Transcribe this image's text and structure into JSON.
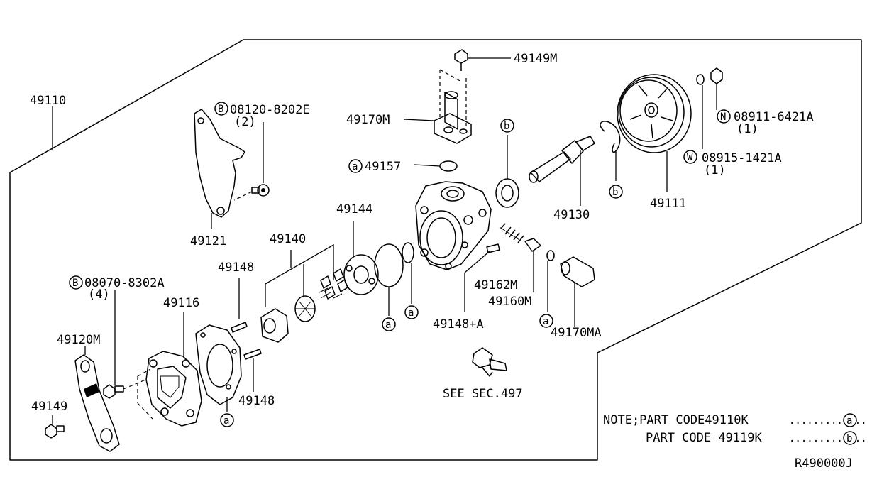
{
  "labels": {
    "p49110": "49110",
    "p49121": "49121",
    "p08120": "08120-8202E",
    "p08120_qty": "(2)",
    "p49149M": "49149M",
    "p49170M": "49170M",
    "p49157": "49157",
    "p49144": "49144",
    "p49140": "49140",
    "p49148_top": "49148",
    "p49148_bot": "49148",
    "p08070": "08070-8302A",
    "p08070_qty": "(4)",
    "p49116": "49116",
    "p49120M": "49120M",
    "p49149": "49149",
    "p49130": "49130",
    "p49111": "49111",
    "p08911": "08911-6421A",
    "p08911_qty": "(1)",
    "p08915": "08915-1421A",
    "p08915_qty": "(1)",
    "p49162M": "49162M",
    "p49160M": "49160M",
    "p49148A": "49148+A",
    "p49170MA": "49170MA",
    "see_sec": "SEE SEC.497"
  },
  "markers": {
    "B": "B",
    "N": "N",
    "W": "W",
    "a": "a",
    "b": "b"
  },
  "notes": {
    "note_a": "NOTE;PART CODE49110K",
    "note_b": "PART CODE 49119K",
    "dots": "............."
  },
  "ref": "R490000J"
}
